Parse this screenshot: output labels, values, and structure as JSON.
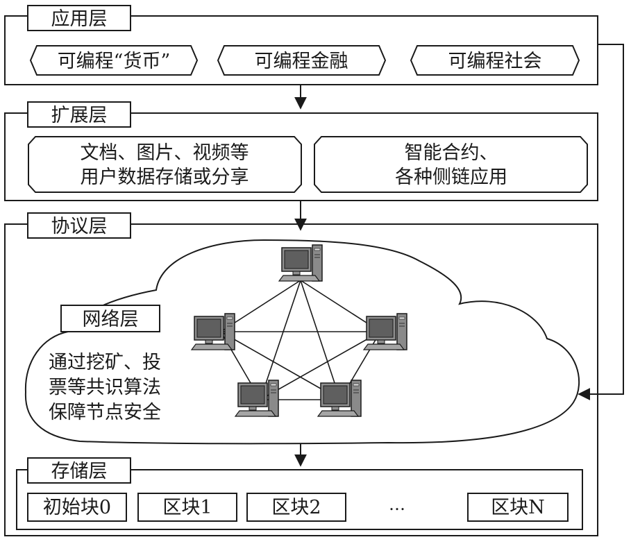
{
  "application_layer": {
    "title": "应用层",
    "items": [
      "可编程“货币”",
      "可编程金融",
      "可编程社会"
    ]
  },
  "extension_layer": {
    "title": "扩展层",
    "items": [
      {
        "lines": [
          "文档、图片、视频等",
          "用户数据存储或分享"
        ]
      },
      {
        "lines": [
          "智能合约、",
          "各种侧链应用"
        ]
      }
    ]
  },
  "protocol_layer": {
    "title": "协议层",
    "network_layer": {
      "title": "网络层",
      "description_lines": [
        "通过挖矿、投",
        "票等共识算法",
        "保障节点安全"
      ],
      "node_count": 5
    },
    "storage_layer": {
      "title": "存储层",
      "blocks": [
        "初始块0",
        "区块1",
        "区块2",
        "…",
        "区块N"
      ]
    }
  },
  "colors": {
    "line": "#1a1a1a",
    "monitor_body": "#9a9a9a",
    "screen": "#6e6e6e",
    "tower": "#8a8a8a"
  }
}
